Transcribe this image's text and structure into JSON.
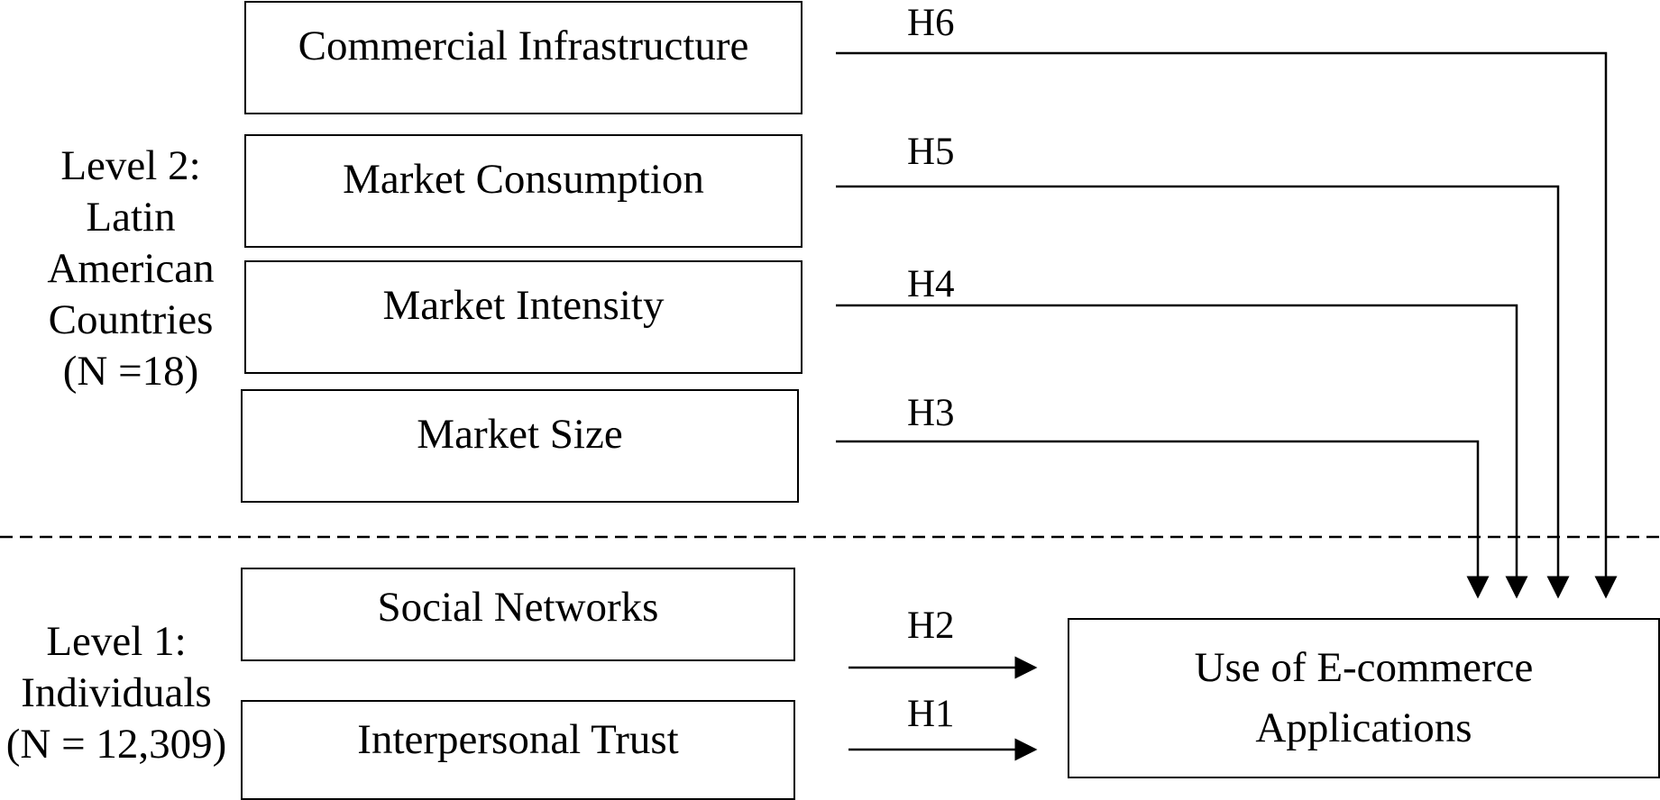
{
  "levels": {
    "level2": [
      "Level 2:",
      "Latin",
      "American",
      "Countries",
      "(N =18)"
    ],
    "level1": [
      "Level 1:",
      "Individuals",
      "(N = 12,309)"
    ]
  },
  "boxes": {
    "commercial_infrastructure": "Commercial Infrastructure",
    "market_consumption": "Market Consumption",
    "market_intensity": "Market Intensity",
    "market_size": "Market Size",
    "social_networks": "Social Networks",
    "interpersonal_trust": "Interpersonal Trust",
    "outcome": [
      "Use of E-commerce",
      "Applications"
    ]
  },
  "hypotheses": {
    "h1": "H1",
    "h2": "H2",
    "h3": "H3",
    "h4": "H4",
    "h5": "H5",
    "h6": "H6"
  }
}
